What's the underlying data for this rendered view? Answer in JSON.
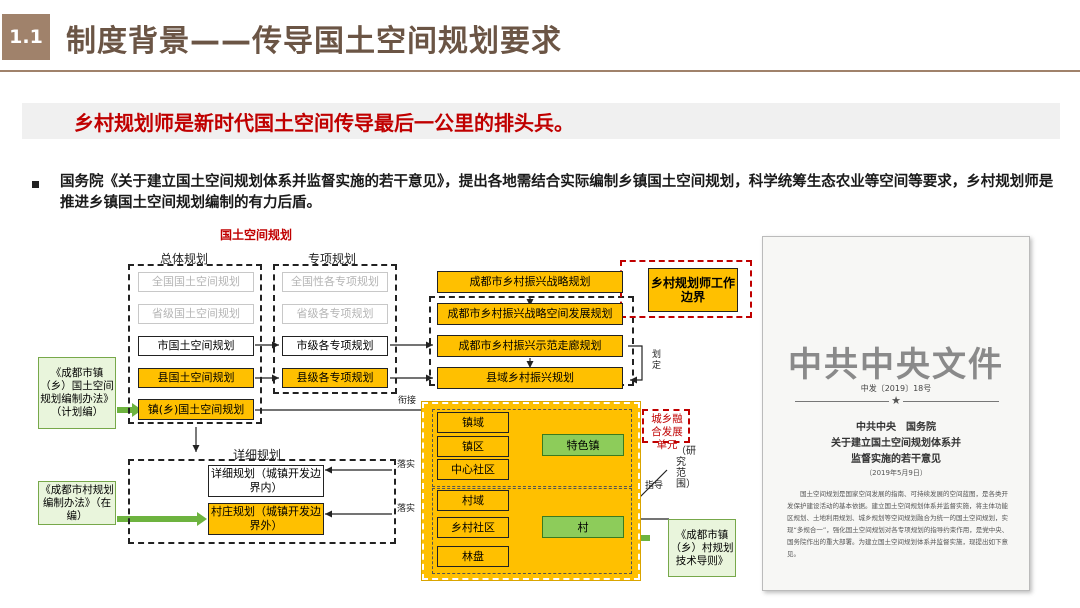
{
  "header": {
    "section_number": "1.1",
    "title": "制度背景——传导国土空间规划要求"
  },
  "banner": {
    "text": "乡村规划师是新时代国土空间传导最后一公里的排头兵。"
  },
  "paragraph": "国务院《关于建立国土空间规划体系并监督实施的若干意见》，提出各地需结合实际编制乡镇国土空间规划，科学统筹生态农业等空间等要求，乡村规划师是推进乡镇国土空间规划编制的有力后盾。",
  "diagram": {
    "title": "国土空间规划",
    "groups": {
      "overall": "总体规划",
      "special": "专项规划",
      "detailed": "详细规划"
    },
    "overall_plans": [
      "全国国土空间规划",
      "省级国土空间规划",
      "市国土空间规划",
      "县国土空间规划",
      "镇(乡)国土空间规划"
    ],
    "special_plans": [
      "全国性各专项规划",
      "省级各专项规划",
      "市级各专项规划",
      "县级各专项规划"
    ],
    "rural_plans": [
      "成都市乡村振兴战略规划",
      "成都市乡村振兴战略空间发展规划",
      "成都市乡村振兴示范走廊规划",
      "县域乡村振兴规划"
    ],
    "planner_boundary": "乡村规划师工作边界",
    "left_notes": {
      "town_method": "《成都市镇（乡）国土空间规划编制办法》（计划编）",
      "village_method": "《成都市村规划编制办法》（在编）"
    },
    "detail_plans": {
      "detailed": "详细规划（城镇开发边界内）",
      "village": "村庄规划（城镇开发边界外）"
    },
    "town_units": [
      "镇域",
      "镇区",
      "中心社区"
    ],
    "village_units": [
      "村域",
      "乡村社区",
      "林盘"
    ],
    "special_town": "特色镇",
    "village": "村",
    "fusion_unit": "城乡融合发展单元",
    "research_scope": "（研究范围）",
    "guide_note": "《成都市镇（乡）村规划技术导则》",
    "connectors": {
      "link": "衔接",
      "implement1": "落实",
      "implement2": "落实",
      "guide": "指导",
      "delineate": "划定"
    }
  },
  "document": {
    "header": "中共中央文件",
    "number": "中发〔2019〕18号",
    "issuers": "中共中央　国务院",
    "title_line1": "关于建立国土空间规划体系并",
    "title_line2": "监督实施的若干意见",
    "date": "（2019年5月9日）",
    "body": "国土空间规划是国家空间发展的指南、可持续发展的空间蓝图，是各类开发保护建设活动的基本依据。建立国土空间规划体系并监督实施，将主体功能区规划、土地利用规划、城乡规划等空间规划融合为统一的国土空间规划，实现“多规合一”，强化国土空间规划对各专项规划的指导约束作用，是党中央、国务院作出的重大部署。为建立国土空间规划体系并监督实施，现提出如下意见。"
  },
  "colors": {
    "accent": "#a0826b",
    "title": "#6b5545",
    "red": "#c00000",
    "yellow": "#ffc000",
    "green": "#8dcc5a"
  }
}
